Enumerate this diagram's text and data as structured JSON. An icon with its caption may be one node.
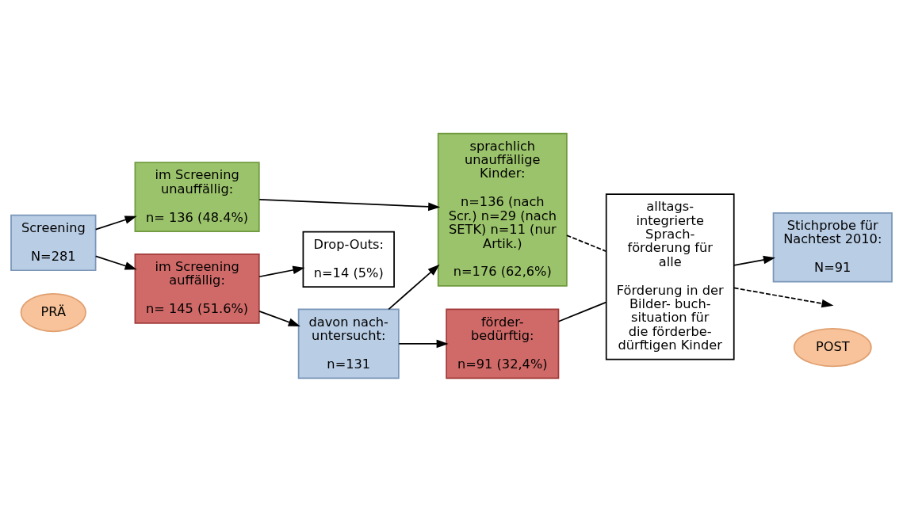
{
  "diagram": {
    "nodes": [
      {
        "text": [
          "PRÄ"
        ]
      },
      {
        "text": [
          "POST"
        ]
      },
      {
        "text": [
          "Screening",
          "N=281"
        ]
      },
      {
        "text": [
          "im Screening unauffällig:",
          "n= 136 (48.4%)"
        ]
      },
      {
        "text": [
          "im Screening auffällig:",
          "n= 145 (51.6%)"
        ]
      },
      {
        "text": [
          "sprachlich unauffällige Kinder:",
          "n=136 (nach Scr.) n=29 (nach SETK) n=11 (nur Artik.)",
          "n=176 (62,6%)"
        ]
      },
      {
        "text": [
          "alltags- integrierte Sprach- förderung für alle",
          "Förderung in der Bilder- buch- situation für die förderbe- dürftigen Kinder"
        ]
      },
      {
        "text": [
          "Drop-Outs:",
          "n=14 (5%)"
        ]
      },
      {
        "text": [
          "davon nach- untersucht:",
          "n=131"
        ]
      },
      {
        "text": [
          "förder- bedürftig:",
          "n=91 (32,4%)"
        ]
      },
      {
        "text": [
          "Stichprobe für Nachtest 2010:",
          "N=91"
        ]
      }
    ],
    "edges": [
      {
        "from": 2,
        "to": 3,
        "arrow": "to"
      },
      {
        "from": 2,
        "to": 4,
        "arrow": "to"
      },
      {
        "from": 3,
        "to": 5,
        "arrow": "to"
      },
      {
        "from": 4,
        "to": 8,
        "arrow": "to"
      },
      {
        "from": 4,
        "to": 7,
        "arrow": "to"
      },
      {
        "from": 8,
        "to": 5,
        "arrow": "to"
      },
      {
        "from": 8,
        "to": 9,
        "arrow": "to"
      },
      {
        "from": 5,
        "to": 6,
        "arrow": "none",
        "style": "dashed"
      },
      {
        "from": 6,
        "to": null,
        "arrow": "to",
        "style": "dashed"
      },
      {
        "from": 9,
        "to": 6,
        "arrow": "none"
      },
      {
        "from": 6,
        "to": 10,
        "arrow": "to"
      }
    ]
  }
}
